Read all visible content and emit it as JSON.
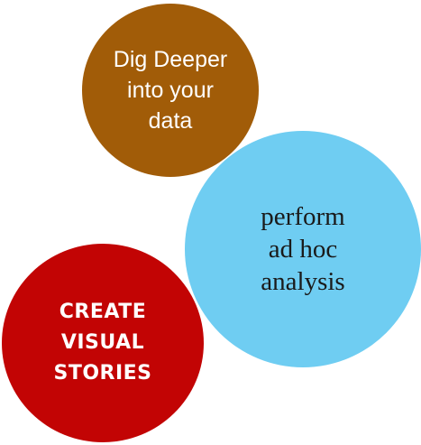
{
  "bubbles": {
    "dig_deeper": {
      "color": "#a15c08",
      "lines": [
        "Dig Deeper",
        "into your",
        "data"
      ]
    },
    "ad_hoc": {
      "color": "#6fcdf2",
      "lines": [
        "perform",
        "ad hoc",
        "analysis"
      ]
    },
    "visual_stories": {
      "color": "#c20404",
      "lines": [
        "CREATE",
        "VISUAL",
        "STORIES"
      ]
    }
  }
}
